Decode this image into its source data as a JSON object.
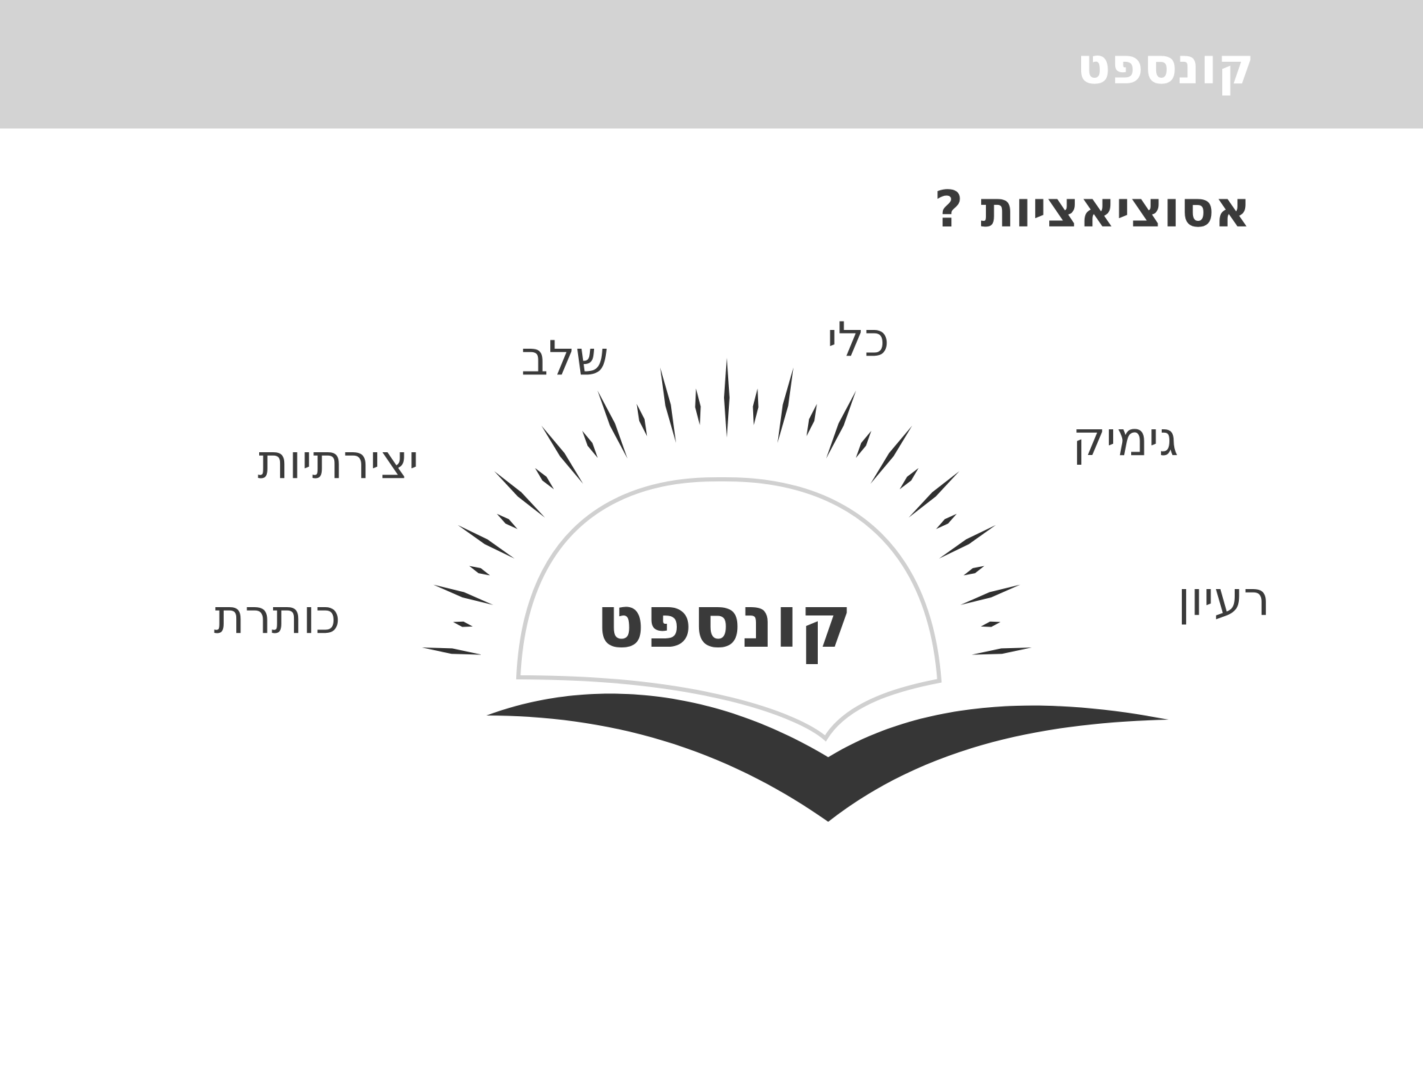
{
  "header": {
    "title": "קונספט",
    "background": "#d3d3d3",
    "title_color": "#ffffff"
  },
  "subtitle": "אסוציאציות ?",
  "associations": {
    "shalav": "שלב",
    "kli": "כלי",
    "gimik": "גימיק",
    "yetziratiyut": "יצירתיות",
    "rayon": "רעיון",
    "koteret": "כותרת"
  },
  "logo": {
    "center_word": "קונספט",
    "icons": [
      "sunrise-icon",
      "open-book-icon"
    ],
    "text_color": "#3a3a3a",
    "outline_color": "#d0d0d0"
  }
}
